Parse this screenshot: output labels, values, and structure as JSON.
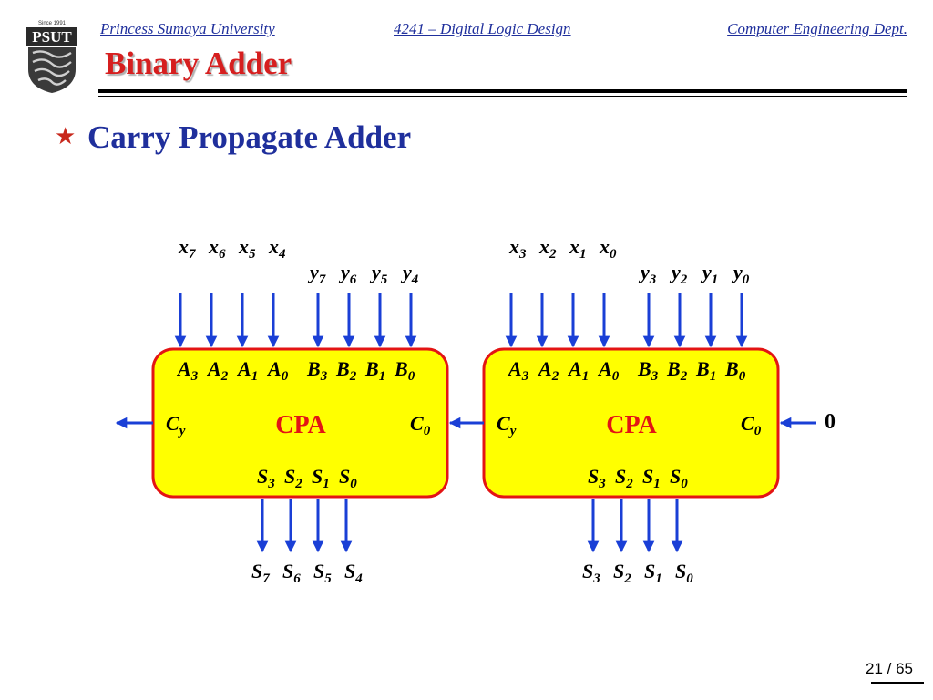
{
  "header": {
    "university": "Princess Sumaya University",
    "course": "4241 – Digital Logic Design",
    "department": "Computer Engineering Dept."
  },
  "logo": {
    "since": "Since 1991",
    "text": "PSUT"
  },
  "slide": {
    "title": "Binary Adder",
    "bullet": "Carry Propagate Adder"
  },
  "diagram": {
    "block_label": "CPA",
    "carry_in_value": "0",
    "left_block": {
      "x_inputs": [
        "x7",
        "x6",
        "x5",
        "x4"
      ],
      "y_inputs": [
        "y7",
        "y6",
        "y5",
        "y4"
      ],
      "a_ports": [
        "A3",
        "A2",
        "A1",
        "A0"
      ],
      "b_ports": [
        "B3",
        "B2",
        "B1",
        "B0"
      ],
      "s_ports": [
        "S3",
        "S2",
        "S1",
        "S0"
      ],
      "outputs": [
        "S7",
        "S6",
        "S5",
        "S4"
      ],
      "carry_out": "Cy",
      "carry_in": "C0"
    },
    "right_block": {
      "x_inputs": [
        "x3",
        "x2",
        "x1",
        "x0"
      ],
      "y_inputs": [
        "y3",
        "y2",
        "y1",
        "y0"
      ],
      "a_ports": [
        "A3",
        "A2",
        "A1",
        "A0"
      ],
      "b_ports": [
        "B3",
        "B2",
        "B1",
        "B0"
      ],
      "s_ports": [
        "S3",
        "S2",
        "S1",
        "S0"
      ],
      "outputs": [
        "S3",
        "S2",
        "S1",
        "S0"
      ],
      "carry_out": "Cy",
      "carry_in": "C0"
    }
  },
  "colors": {
    "header_blue": "#1f2f9c",
    "title_red": "#d61f1f",
    "block_fill": "#ffff00",
    "block_border": "#e31414",
    "arrow_blue": "#1a3fd6"
  },
  "footer": {
    "page": "21 / 65"
  }
}
